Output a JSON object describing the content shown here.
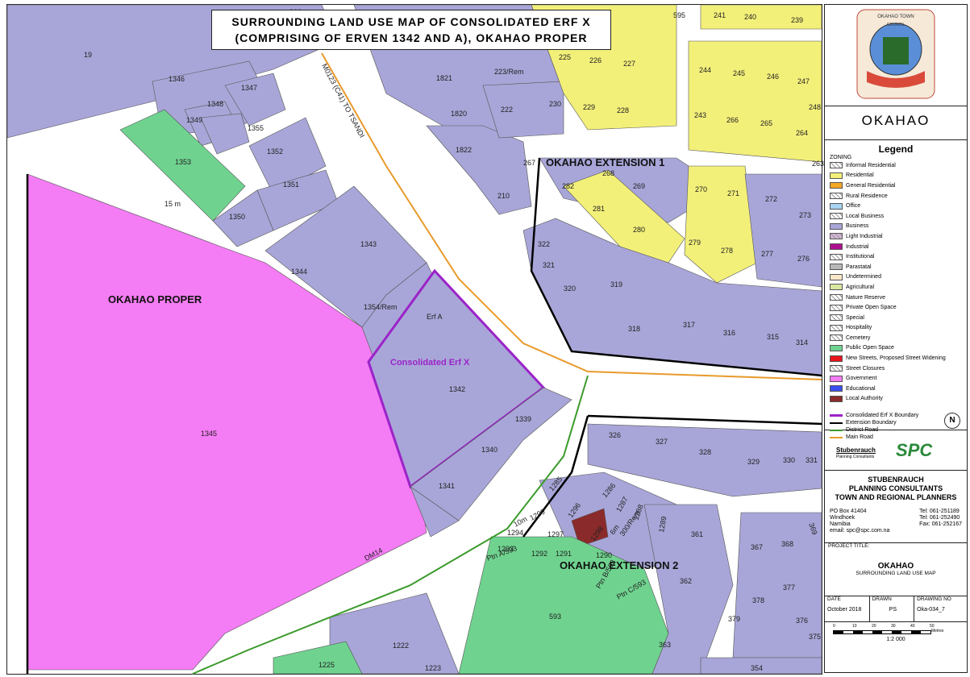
{
  "title": {
    "line1": "SURROUNDING LAND USE MAP OF CONSOLIDATED ERF X",
    "line2": "(COMPRISING OF ERVEN 1342 AND A), OKAHAO PROPER"
  },
  "areas": {
    "proper": "OKAHAO PROPER",
    "ext1": "OKAHAO EXTENSION 1",
    "ext2": "OKAHAO EXTENSION 2",
    "erf_x": "Consolidated Erf X",
    "erf_a": "Erf A"
  },
  "roads": {
    "main": "M0123 (C41) TO TSANDI",
    "district": "DM14",
    "width_15": "15 m",
    "width_10": "10m",
    "width_6": "6m"
  },
  "parcels": {
    "p19": "19",
    "p966": "966",
    "p1346": "1346",
    "p1347": "1347",
    "p1348": "1348",
    "p1349": "1349",
    "p1355": "1355",
    "p1353": "1353",
    "p1352": "1352",
    "p1351": "1351",
    "p1350": "1350",
    "p1821": "1821",
    "p1820": "1820",
    "p1822": "1822",
    "p210": "210",
    "p222": "222",
    "p223": "223/Rem",
    "p1343": "1343",
    "p1344": "1344",
    "p1354": "1354/Rem",
    "p1342": "1342",
    "p1339": "1339",
    "p1340": "1340",
    "p1341": "1341",
    "p1345": "1345",
    "p225": "225",
    "p226": "226",
    "p227": "227",
    "p230": "230",
    "p229": "229",
    "p228": "228",
    "p244": "244",
    "p245": "245",
    "p246": "246",
    "p247": "247",
    "p243": "243",
    "p266": "266",
    "p265": "265",
    "p264": "264",
    "p248": "248",
    "p241": "241",
    "p240": "240",
    "p239": "239",
    "p595": "595",
    "p318top": "318",
    "p263": "263",
    "p267": "267",
    "p268": "268",
    "p269": "269",
    "p282": "282",
    "p281": "281",
    "p280": "280",
    "p270": "270",
    "p271": "271",
    "p272": "272",
    "p273": "273",
    "p279": "279",
    "p278": "278",
    "p277": "277",
    "p276": "276",
    "p322": "322",
    "p321": "321",
    "p320": "320",
    "p319": "319",
    "p318": "318",
    "p317": "317",
    "p316": "316",
    "p315": "315",
    "p314": "314",
    "p326": "326",
    "p327": "327",
    "p328": "328",
    "p329": "329",
    "p330": "330",
    "p331": "331",
    "p1285": "1285",
    "p1286": "1286",
    "p1287": "1287",
    "p1288": "1288",
    "p1289": "1289",
    "p361": "361",
    "p1299": "1299",
    "p1296": "1296",
    "p1298": "1298",
    "p1297": "1297",
    "p1294": "1294",
    "p1293": "1293",
    "p1292": "1292",
    "p1291": "1291",
    "p1290": "1290",
    "p300": "300/Rem",
    "ptnA": "Ptn A/593",
    "ptnB": "Ptn B/593",
    "ptnC": "Ptn C/593",
    "p593": "593",
    "p362": "362",
    "p363": "363",
    "p367": "367",
    "p368": "368",
    "p369": "369",
    "p378": "378",
    "p377": "377",
    "p379": "379",
    "p376": "376",
    "p375": "375",
    "p1222": "1222",
    "p1223": "1223",
    "p1225": "1225",
    "p354": "354"
  },
  "panel": {
    "logo_text": "OKAHAO TOWN",
    "logo_sub": "COUNCIL",
    "town": "OKAHAO",
    "legend_title": "Legend",
    "zoning_label": "ZONING",
    "zoning": [
      {
        "label": "Informal Residential",
        "color": "#ffffff",
        "pattern": "diag-orange"
      },
      {
        "label": "Residential",
        "color": "#f3f07a"
      },
      {
        "label": "General Residential",
        "color": "#f5a623"
      },
      {
        "label": "Rural Residence",
        "color": "#ffffff",
        "pattern": "cross-green"
      },
      {
        "label": "Office",
        "color": "#a8d4f2"
      },
      {
        "label": "Local Business",
        "color": "#ffffff",
        "pattern": "dots"
      },
      {
        "label": "Business",
        "color": "#a8a6d8"
      },
      {
        "label": "Light Industrial",
        "color": "#d8b6d8",
        "pattern": "hatch"
      },
      {
        "label": "Industrial",
        "color": "#b01090"
      },
      {
        "label": "Institutional",
        "color": "#ffffff",
        "pattern": "dots-dense"
      },
      {
        "label": "Parastatal",
        "color": "#b8b8b8"
      },
      {
        "label": "Undetermined",
        "color": "#f8e8c8"
      },
      {
        "label": "Agricultural",
        "color": "#d8e8a0"
      },
      {
        "label": "Nature Reserve",
        "color": "#ffffff",
        "pattern": "hatch"
      },
      {
        "label": "Private Open Space",
        "color": "#ffffff",
        "pattern": "hatch"
      },
      {
        "label": "Special",
        "color": "#ffffff",
        "pattern": "hatch"
      },
      {
        "label": "Hospitality",
        "color": "#ffffff",
        "pattern": "hatch"
      },
      {
        "label": "Cemetery",
        "color": "#ffffff",
        "pattern": "cross"
      },
      {
        "label": "Public Open Space",
        "color": "#6fd38f"
      },
      {
        "label": "New Streets, Proposed Street Widening",
        "color": "#e8141b"
      },
      {
        "label": "Street Closures",
        "color": "#ffffff",
        "pattern": "cross"
      },
      {
        "label": "Government",
        "color": "#f47cf4"
      },
      {
        "label": "Educational",
        "color": "#3a4ef0"
      },
      {
        "label": "Local Authority",
        "color": "#8b2a2a"
      }
    ],
    "boundaries": [
      {
        "label": "Consolidated Erf X Boundary",
        "color": "#9b23c8"
      },
      {
        "label": "Extension Boundary",
        "color": "#000000"
      },
      {
        "label": "District Road",
        "color": "#3a9a2a"
      },
      {
        "label": "Main Road",
        "color": "#e89a2a"
      }
    ],
    "north": "N",
    "firm_logo": "Stubenrauch",
    "firm_logo_sub": "Planning Consultants",
    "firm_mark": "SPC",
    "firm_name1": "STUBENRAUCH",
    "firm_name2": "PLANNING CONSULTANTS",
    "firm_name3": "TOWN AND REGIONAL PLANNERS",
    "addr1": "PO Box 41404",
    "addr2": "Windhoek",
    "addr3": "Namibia",
    "addr4": "email: spc@spc.com.na",
    "tel": "Tel: 061-251189",
    "tel2": "Tel: 061-252490",
    "fax": "Fax: 061-252167",
    "project_label": "PROJECT TITLE:",
    "project": "OKAHAO",
    "project_sub": "SURROUNDING LAND USE MAP",
    "date_label": "DATE",
    "date": "October 2018",
    "drawn_label": "DRAWN",
    "drawn": "PS",
    "drawing_label": "DRAWING NO",
    "drawing": "Oka-034_7",
    "scale": "1:2 000",
    "scale_unit": "Metres",
    "scale_ticks": [
      "0",
      "10",
      "20",
      "30",
      "40",
      "50"
    ]
  }
}
